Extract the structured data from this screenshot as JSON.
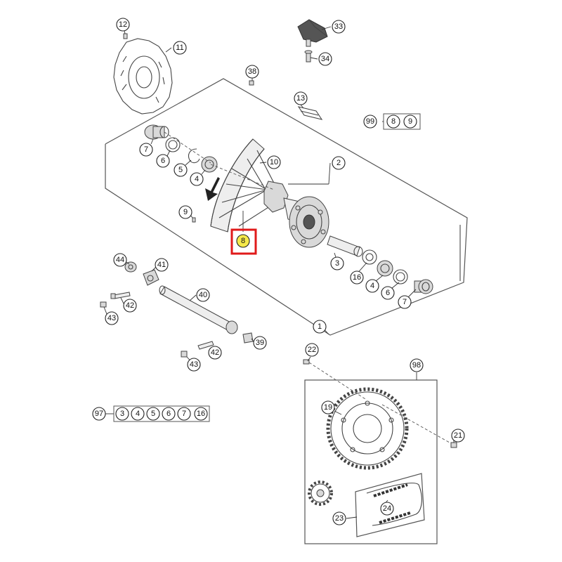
{
  "diagram": {
    "highlighted_part": "8",
    "callouts": [
      "12",
      "11",
      "33",
      "34",
      "38",
      "13",
      "99",
      "8",
      "9",
      "7",
      "6",
      "5",
      "4",
      "10",
      "2",
      "9",
      "8",
      "44",
      "41",
      "40",
      "42",
      "43",
      "3",
      "16",
      "4",
      "6",
      "7",
      "1",
      "39",
      "42",
      "43",
      "22",
      "98",
      "97",
      "3",
      "4",
      "5",
      "6",
      "7",
      "16",
      "19",
      "21",
      "24",
      "23"
    ],
    "kit_99": {
      "number": "99",
      "items": [
        "8",
        "9"
      ]
    },
    "kit_97": {
      "number": "97",
      "items": [
        "3",
        "4",
        "5",
        "6",
        "7",
        "16"
      ]
    },
    "colors": {
      "highlight_fill": "#f5e94a",
      "highlight_box": "#e01a1a",
      "line": "#444444"
    }
  }
}
